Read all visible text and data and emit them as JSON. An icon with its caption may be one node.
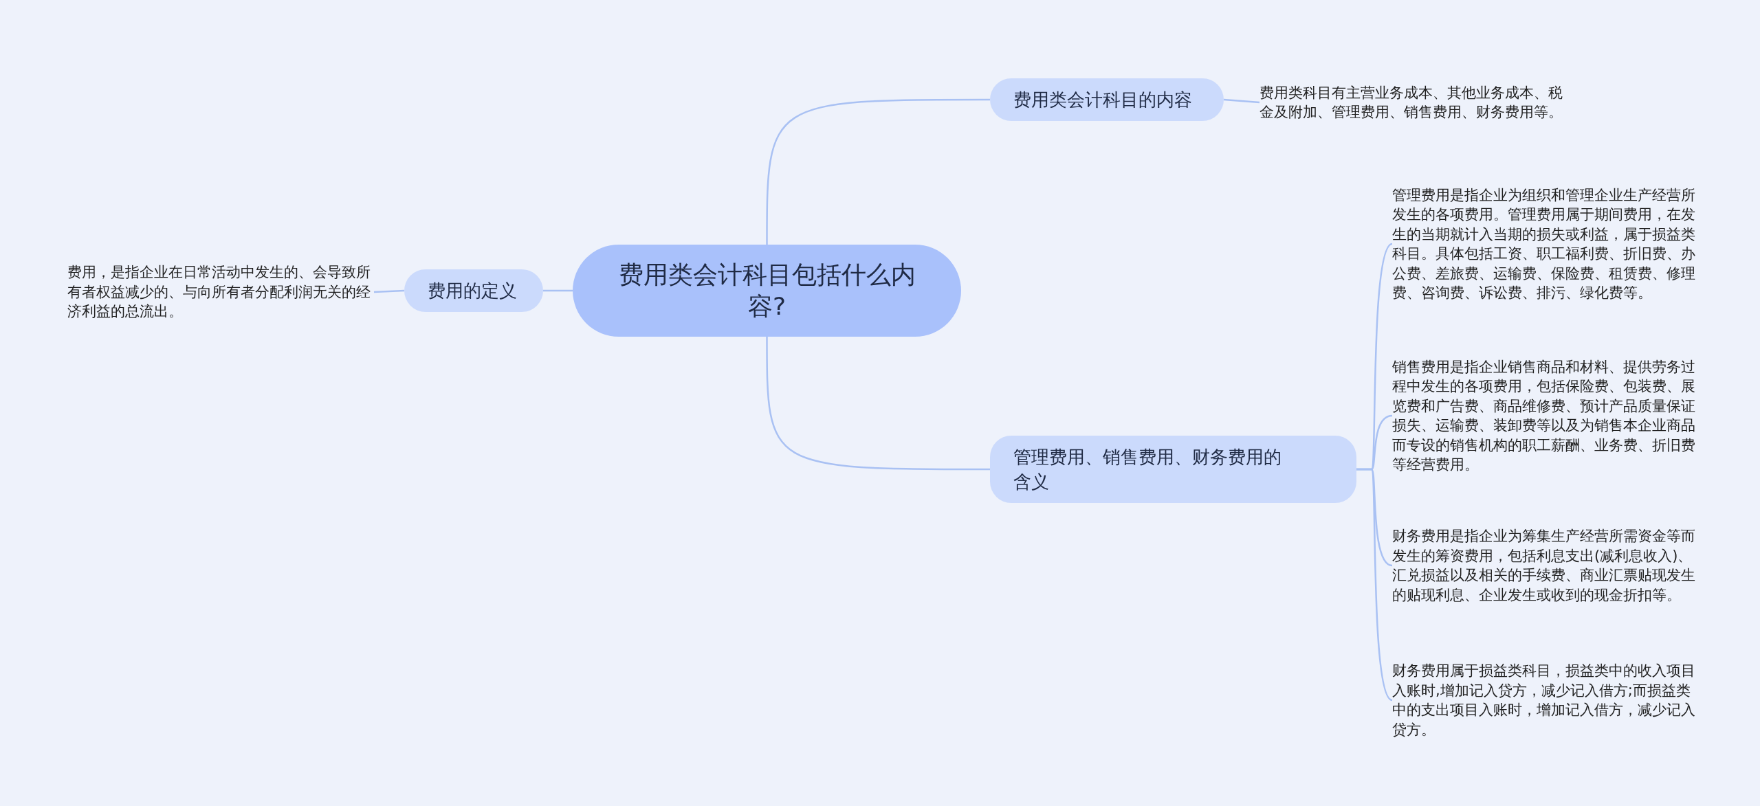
{
  "diagram": {
    "nodes": [
      {
        "text": [
          "费用类会计科目包括什么内容?"
        ]
      },
      {
        "text": [
          "费用类会计科目的内容"
        ]
      },
      {
        "text": [
          "费用类科目有主营业务成本、其他业务成本、税金及附加、管理费用、销售费用、财务费用等。"
        ]
      },
      {
        "text": [
          "管理费用、销售费用、财务费用的含义"
        ]
      },
      {
        "text": [
          "管理费用是指企业为组织和管理企业生产经营所发生的各项费用。管理费用属于期间费用，在发生的当期就计入当期的损失或利益，属于损益类科目。具体包括工资、职工福利费、折旧费、办公费、差旅费、运输费、保险费、租赁费、修理费、咨询费、诉讼费、排污、绿化费等。"
        ]
      },
      {
        "text": [
          "销售费用是指企业销售商品和材料、提供劳务过程中发生的各项费用，包括保险费、包装费、展览费和广告费、商品维修费、预计产品质量保证损失、运输费、装卸费等以及为销售本企业商品而专设的销售机构的职工薪酬、业务费、折旧费等经营费用。"
        ]
      },
      {
        "text": [
          "财务费用是指企业为筹集生产经营所需资金等而发生的筹资费用，包括利息支出(减利息收入)、汇兑损益以及相关的手续费、商业汇票贴现发生的贴现利息、企业发生或收到的现金折扣等。"
        ]
      },
      {
        "text": [
          "财务费用属于损益类科目，损益类中的收入项目入账时,增加记入贷方，减少记入借方;而损益类中的支出项目入账时，增加记入借方，减少记入贷方。"
        ]
      },
      {
        "text": [
          "费用的定义"
        ]
      },
      {
        "text": [
          "费用，是指企业在日常活动中发生的、会导致所有者权益减少的、与向所有者分配利润无关的经济利益的总流出。"
        ]
      }
    ],
    "edges": [
      {
        "from": 0,
        "to": 1,
        "arrow": "none"
      },
      {
        "from": 1,
        "to": 2,
        "arrow": "none"
      },
      {
        "from": 0,
        "to": 3,
        "arrow": "none"
      },
      {
        "from": 3,
        "to": 4,
        "arrow": "none"
      },
      {
        "from": 3,
        "to": 5,
        "arrow": "none"
      },
      {
        "from": 3,
        "to": 6,
        "arrow": "none"
      },
      {
        "from": 3,
        "to": 7,
        "arrow": "none"
      },
      {
        "from": 0,
        "to": 8,
        "arrow": "none"
      },
      {
        "from": 8,
        "to": 9,
        "arrow": "none"
      }
    ]
  }
}
